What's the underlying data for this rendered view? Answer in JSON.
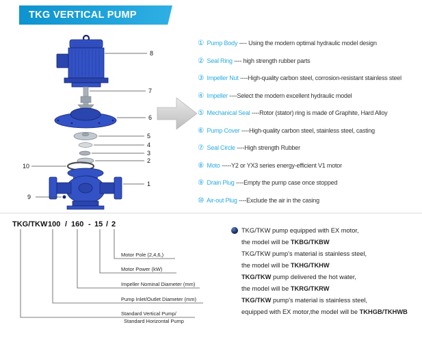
{
  "header": {
    "title": "TKG VERTICAL PUMP"
  },
  "colors": {
    "banner_blue": "#149cd8",
    "accent_cyan": "#29abe2",
    "pump_blue": "#3352c6",
    "text_dark": "#222222"
  },
  "icons": {
    "arrow": "right-arrow",
    "bullet": "dark-sphere-bullet"
  },
  "diagram": {
    "callouts": [
      "8",
      "7",
      "6",
      "5",
      "4",
      "3",
      "2",
      "10",
      "1",
      "9"
    ]
  },
  "parts_list": [
    {
      "num": "①",
      "name": "Pump Body",
      "desc": "---- Using the modern optimal hydraulic model design"
    },
    {
      "num": "②",
      "name": "Seal Ring",
      "desc": "---- high strength rubber parts"
    },
    {
      "num": "③",
      "name": "Impeller Nut",
      "desc": "----High-quality carbon steel, corrosion-resistant stainless steel"
    },
    {
      "num": "④",
      "name": "Impeller",
      "desc": "----Select the modern excellent hydraulic model"
    },
    {
      "num": "⑤",
      "name": "Mechanical Seal",
      "desc": "----Rotor (stator) ring is made of Graphite, Hard Alloy"
    },
    {
      "num": "⑥",
      "name": "Pump Cover",
      "desc": "----High-quality carbon steel, stainless steel, casting"
    },
    {
      "num": "⑦",
      "name": "Seal Circle",
      "desc": "----High strength Rubber"
    },
    {
      "num": "⑧",
      "name": "Moto",
      "desc": "-----Y2 or YX3 series energy-efficient V1 motor"
    },
    {
      "num": "⑨",
      "name": "Drain Plug",
      "desc": "----Empty the pump case once stopped"
    },
    {
      "num": "⑩",
      "name": "Air-out Plug",
      "desc": "----Exclude the air in the casing"
    }
  ],
  "model_code": {
    "segments": [
      "TKG/TKW",
      "100",
      "/",
      "160",
      "-",
      "15",
      "/",
      "2"
    ],
    "labels": [
      "Motor Pole (2,4,6,)",
      "Motor Power  (kW)",
      "Impeller Nominal Diameter (mm)",
      "Pump Inlet/Outlet Diameter (mm)",
      "Standard Vertical Pump/",
      "Standard  Horizontal Pump"
    ]
  },
  "notes": [
    {
      "brand": "TKG/TKW",
      "line1": " pump equipped with EX motor,",
      "line2": "the model will be ",
      "code": "TKBG/TKBW"
    },
    {
      "brand": "TKG/TKW",
      "line1": " pump's material is stainless steel,",
      "line2": "the model will be ",
      "code": "TKHG/TKHW"
    },
    {
      "brand": "TKG/TKW",
      "line1": " pump delivered the hot water,",
      "line2": "the model will be ",
      "code": "TKRG/TKRW"
    },
    {
      "brand": "TKG/TKW",
      "line1": " pump's material is stainless steel,",
      "line2": "equipped with EX motor,the model will be ",
      "code": "TKHGB/TKHWB"
    }
  ]
}
